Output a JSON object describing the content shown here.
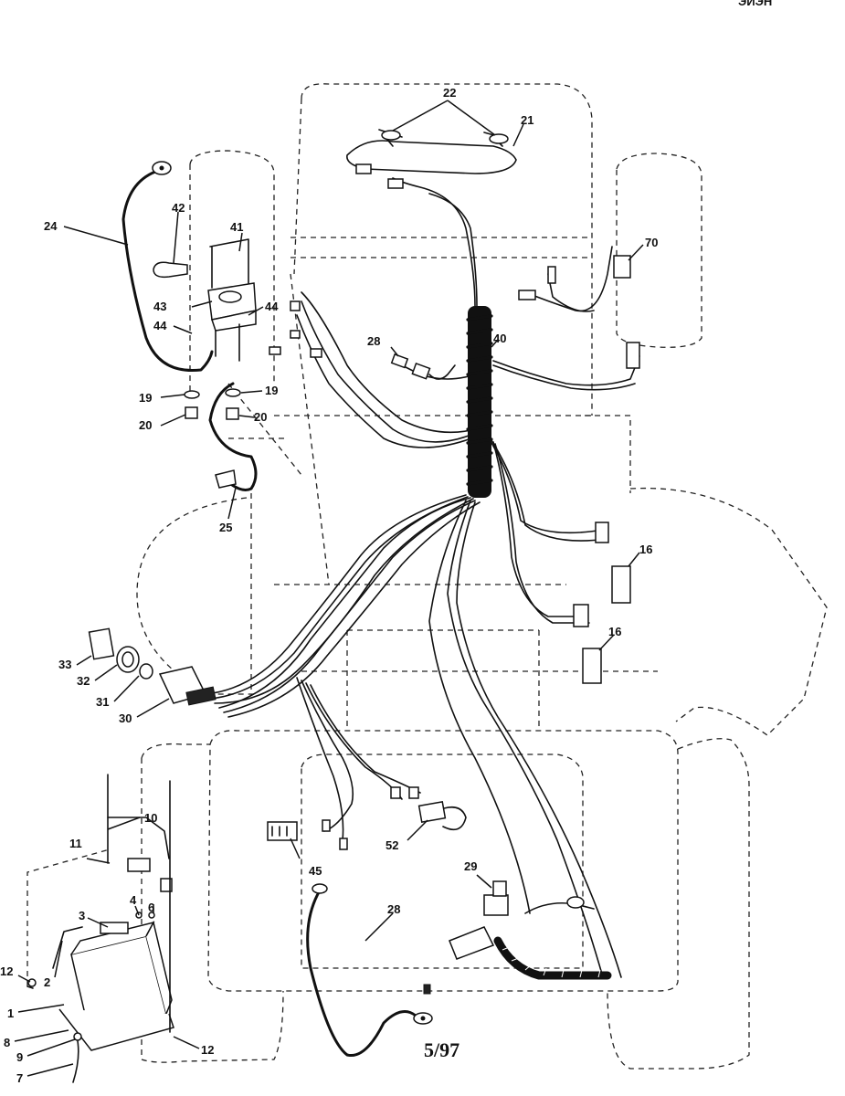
{
  "header": {
    "top_right_fragment": "ЭИЭН"
  },
  "footer": {
    "date_code": "5/97"
  },
  "callouts": {
    "c1": "1",
    "c2": "2",
    "c3": "3",
    "c4": "4",
    "c6": "6",
    "c7": "7",
    "c8": "8",
    "c9": "9",
    "c10": "10",
    "c11": "11",
    "c12a": "12",
    "c12b": "12",
    "c16a": "16",
    "c16b": "16",
    "c19a": "19",
    "c19b": "19",
    "c20a": "20",
    "c20b": "20",
    "c21": "21",
    "c22": "22",
    "c24": "24",
    "c25": "25",
    "c28a": "28",
    "c28b": "28",
    "c29": "29",
    "c30": "30",
    "c31": "31",
    "c32": "32",
    "c33": "33",
    "c40": "40",
    "c41": "41",
    "c42": "42",
    "c43": "43",
    "c44a": "44",
    "c44b": "44",
    "c45": "45",
    "c52": "52",
    "c70": "70"
  },
  "colors": {
    "line": "#111111",
    "background": "#ffffff"
  }
}
